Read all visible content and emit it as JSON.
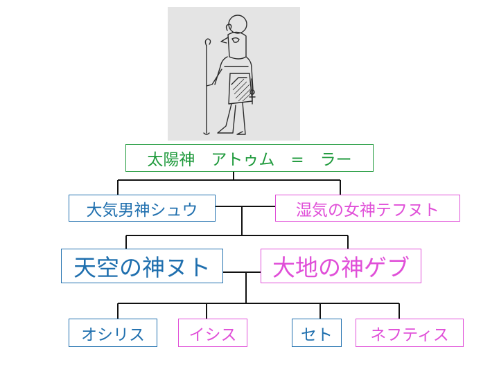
{
  "colors": {
    "green": "#1f9a3c",
    "blue": "#1f6fae",
    "pink": "#e04fd8",
    "line": "#111111"
  },
  "illustration": {
    "icon": "ra-figure-icon"
  },
  "tree": {
    "root": "太陽神　アトゥム　=　ラー",
    "gen1": {
      "male": "大気男神シュウ",
      "female": "湿気の女神テフヌト"
    },
    "gen2": {
      "male": "天空の神ヌト",
      "female": "大地の神ゲブ"
    },
    "gen3": [
      "オシリス",
      "イシス",
      "セト",
      "ネフティス"
    ]
  }
}
